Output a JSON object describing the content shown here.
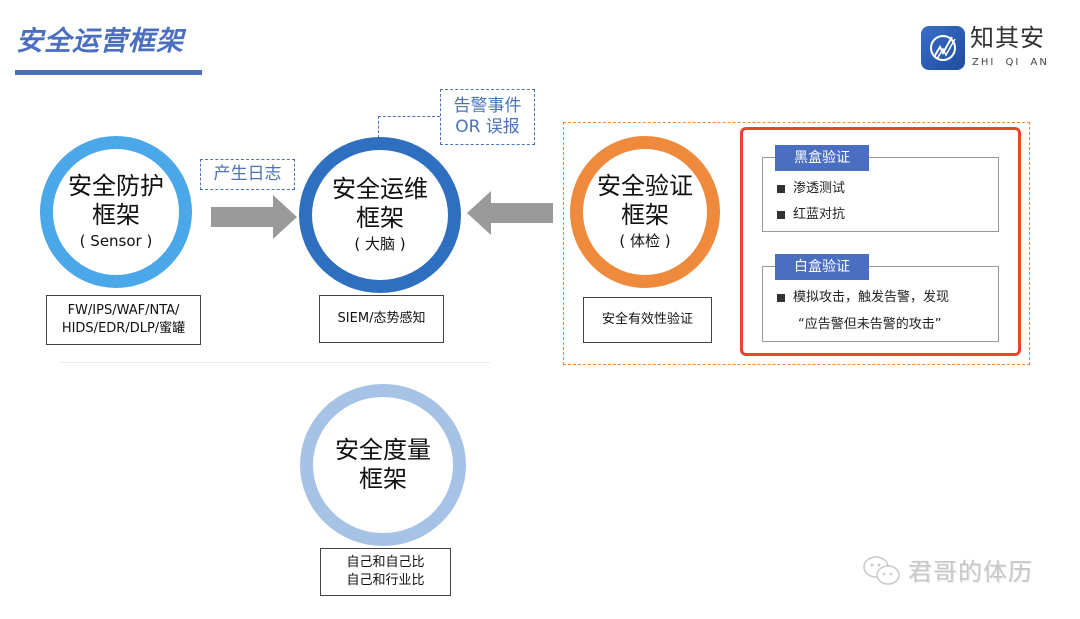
{
  "header": {
    "title": "安全运营框架"
  },
  "logo": {
    "name_cn": "知其安",
    "name_en": "ZHI  QI  AN",
    "icon": "zhiqian-logo-icon",
    "brand_color": "#2f5fb3"
  },
  "nodes": {
    "sensor": {
      "line1": "安全防护",
      "line2": "框架",
      "line3": "( Sensor )",
      "box_lines": [
        "FW/IPS/WAF/NTA/",
        "HIDS/EDR/DLP/蜜罐"
      ],
      "color": "#4aa8e8"
    },
    "ops": {
      "line1": "安全运维",
      "line2": "框架",
      "line3": "( 大脑 )",
      "box_lines": [
        "SIEM/态势感知"
      ],
      "color": "#2f6fbf"
    },
    "verify": {
      "line1": "安全验证",
      "line2": "框架",
      "line3": "( 体检 )",
      "box_lines": [
        "安全有效性验证"
      ],
      "color": "#ef8a3c"
    },
    "measure": {
      "line1": "安全度量",
      "line2": "框架",
      "box_lines": [
        "自己和自己比",
        "自己和行业比"
      ],
      "color": "#a6c2e4"
    }
  },
  "edges": {
    "sensor_to_ops": {
      "label": "产生日志",
      "direction": "right"
    },
    "verify_to_ops": {
      "direction": "left"
    },
    "ops_callout": {
      "label_lines": [
        "告警事件",
        "OR 误报"
      ]
    }
  },
  "verification_detail": {
    "black_box": {
      "title": "黑盒验证",
      "items": [
        "渗透测试",
        "红蓝对抗"
      ]
    },
    "white_box": {
      "title": "白盒验证",
      "items": [
        "模拟攻击，触发告警，发现"
      ],
      "quote": "“应告警但未告警的攻击”"
    },
    "accent": "#e8462a"
  },
  "watermark": {
    "icon": "wechat-icon",
    "text": "君哥的体历"
  }
}
